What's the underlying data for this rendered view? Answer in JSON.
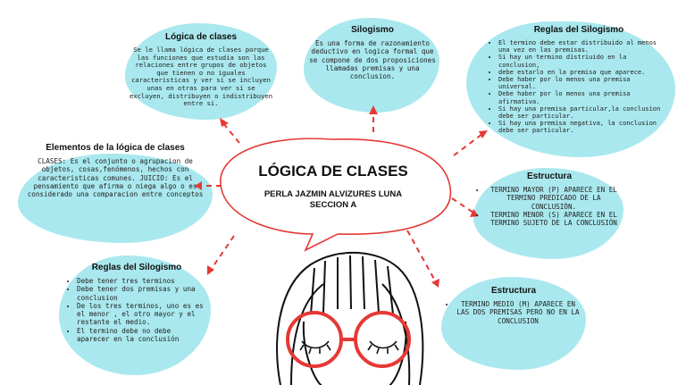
{
  "center": {
    "title": "LÓGICA DE CLASES",
    "author": "PERLA JAZMIN ALVIZURES LUNA",
    "section": "SECCION A"
  },
  "nodes": {
    "logica_clases": {
      "title": "Lógica de clases",
      "text": "Se le llama lógica de clases porque las funciones que estudia son las relaciones entre grupos de objetos que tienen o no iguales caracteristicas y ver si se incluyen unas en otras para ver si se excluyen, distribuyen o indistribuyen entre si."
    },
    "silogismo": {
      "title": "Silogismo",
      "text": "Es una forma de razonamiento deductivo en logica formal que se compone de dos proposiciones llamadas premisas y una conclusion."
    },
    "reglas_top": {
      "title": "Reglas del Silogismo",
      "items": [
        "El termino debe estar distribuido al menos una vez en las premisas.",
        "Si hay un termino distriuido en la conclusion,",
        "debe estarlo en la premisa que aparece.",
        "Debe haber por lo menos una premisa universal.",
        "Debe haber por lo menos una premisa afirmativa.",
        "Si hay una premisa particular,la conclusion debe ser particular.",
        "Si hay una premisa negativa, la conclusion debe ser particular."
      ]
    },
    "elementos": {
      "title": "Elementos de la lógica de clases",
      "text": "CLASES: Es el conjunto o agrupacion de objetos, cosas,fenómenos, hechos con caracteristicas comunes. JUICIO: Es el pensamiento que afirma o niega algo o es considerado una comparacion entre conceptos"
    },
    "estructura_1": {
      "title": "Estructura",
      "items": [
        "TERMINO MAYOR (P) APARECE EN EL TERMINO PREDICADO DE LA CONCLUSIÓN.",
        "TERMINO MENOR (S) APARECE EN EL TERMINO SUJETO DE LA CONCLUSIÓN"
      ]
    },
    "reglas_bottom": {
      "title": "Reglas del Silogismo",
      "items": [
        "Debe tener tres terminos",
        "Debe tener dos premisas y una conclusion",
        "De los tres terminos, uno es es el menor , el otro mayor y el restante el medio.",
        "El termino debe no debe aparecer en la conclusión"
      ]
    },
    "estructura_2": {
      "title": "Estructura",
      "items": [
        "TERMINO MEDIO (M) APARECE EN LAS DOS PREMISAS PERO NO EN LA CONCLUSION"
      ]
    }
  },
  "colors": {
    "blob": "#a9e8ee",
    "arrow": "#e53935",
    "bubble_stroke": "#e53935",
    "glasses": "#e53935",
    "line": "#111111"
  }
}
